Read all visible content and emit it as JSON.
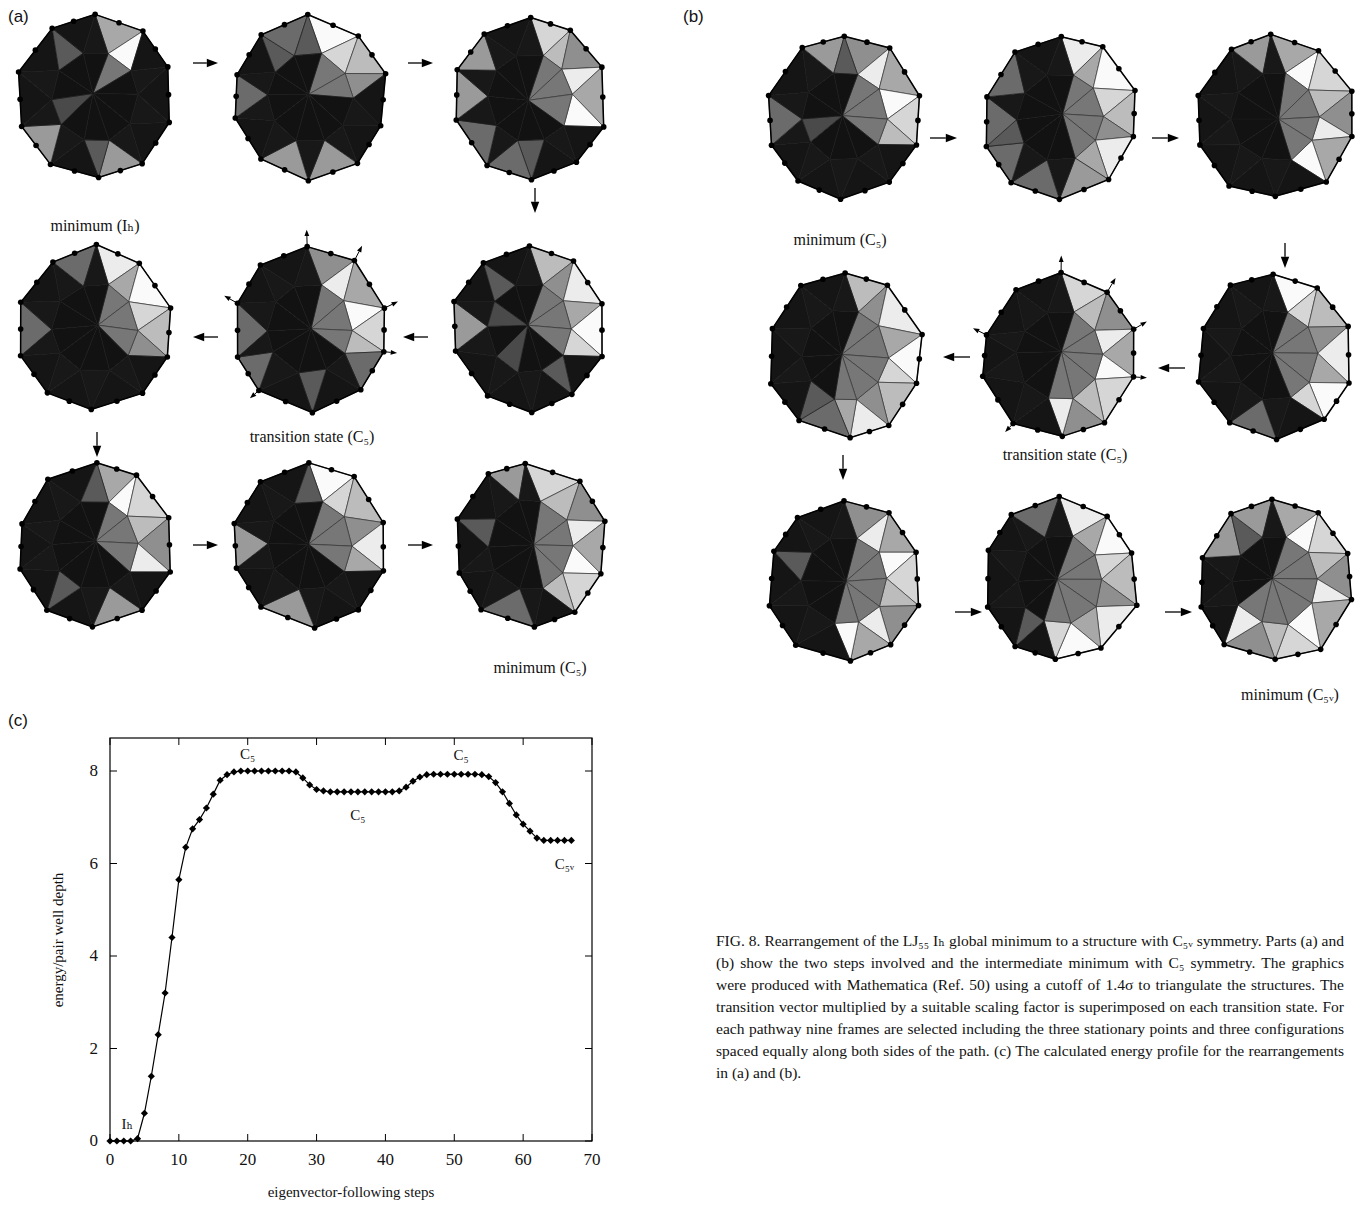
{
  "diagram": {
    "caption": "FIG. 8. Rearrangement of the LJ₅₅ Iₕ global minimum to a structure with C₅ᵥ symmetry. Parts (a) and (b) show the two steps involved and the intermediate minimum with C₅ symmetry. The graphics were produced with Mathematica (Ref. 50) using a cutoff of 1.4σ to triangulate the structures. The transition vector multiplied by a suitable scaling factor is superimposed on each transition state. For each pathway nine frames are selected including the three stationary points and three configurations spaced equally along both sides of the path. (c) The calculated energy profile for the rearrangements in (a) and (b).",
    "labels": [
      "(a)",
      "minimum (Iₕ)",
      "transition state (C₅)",
      "minimum (C₅)",
      "(b)",
      "minimum (C₅)",
      "transition state (C₅)",
      "minimum (C₅ᵥ)",
      "(c)",
      "C₅",
      "C₅",
      "C₅",
      "Iₕ",
      "C₅ᵥ",
      "8",
      "6",
      "4",
      "2",
      "0",
      "0",
      "10",
      "20",
      "30",
      "40",
      "50",
      "60",
      "70",
      "energy/pair well depth",
      "eigenvector-following steps"
    ]
  }
}
